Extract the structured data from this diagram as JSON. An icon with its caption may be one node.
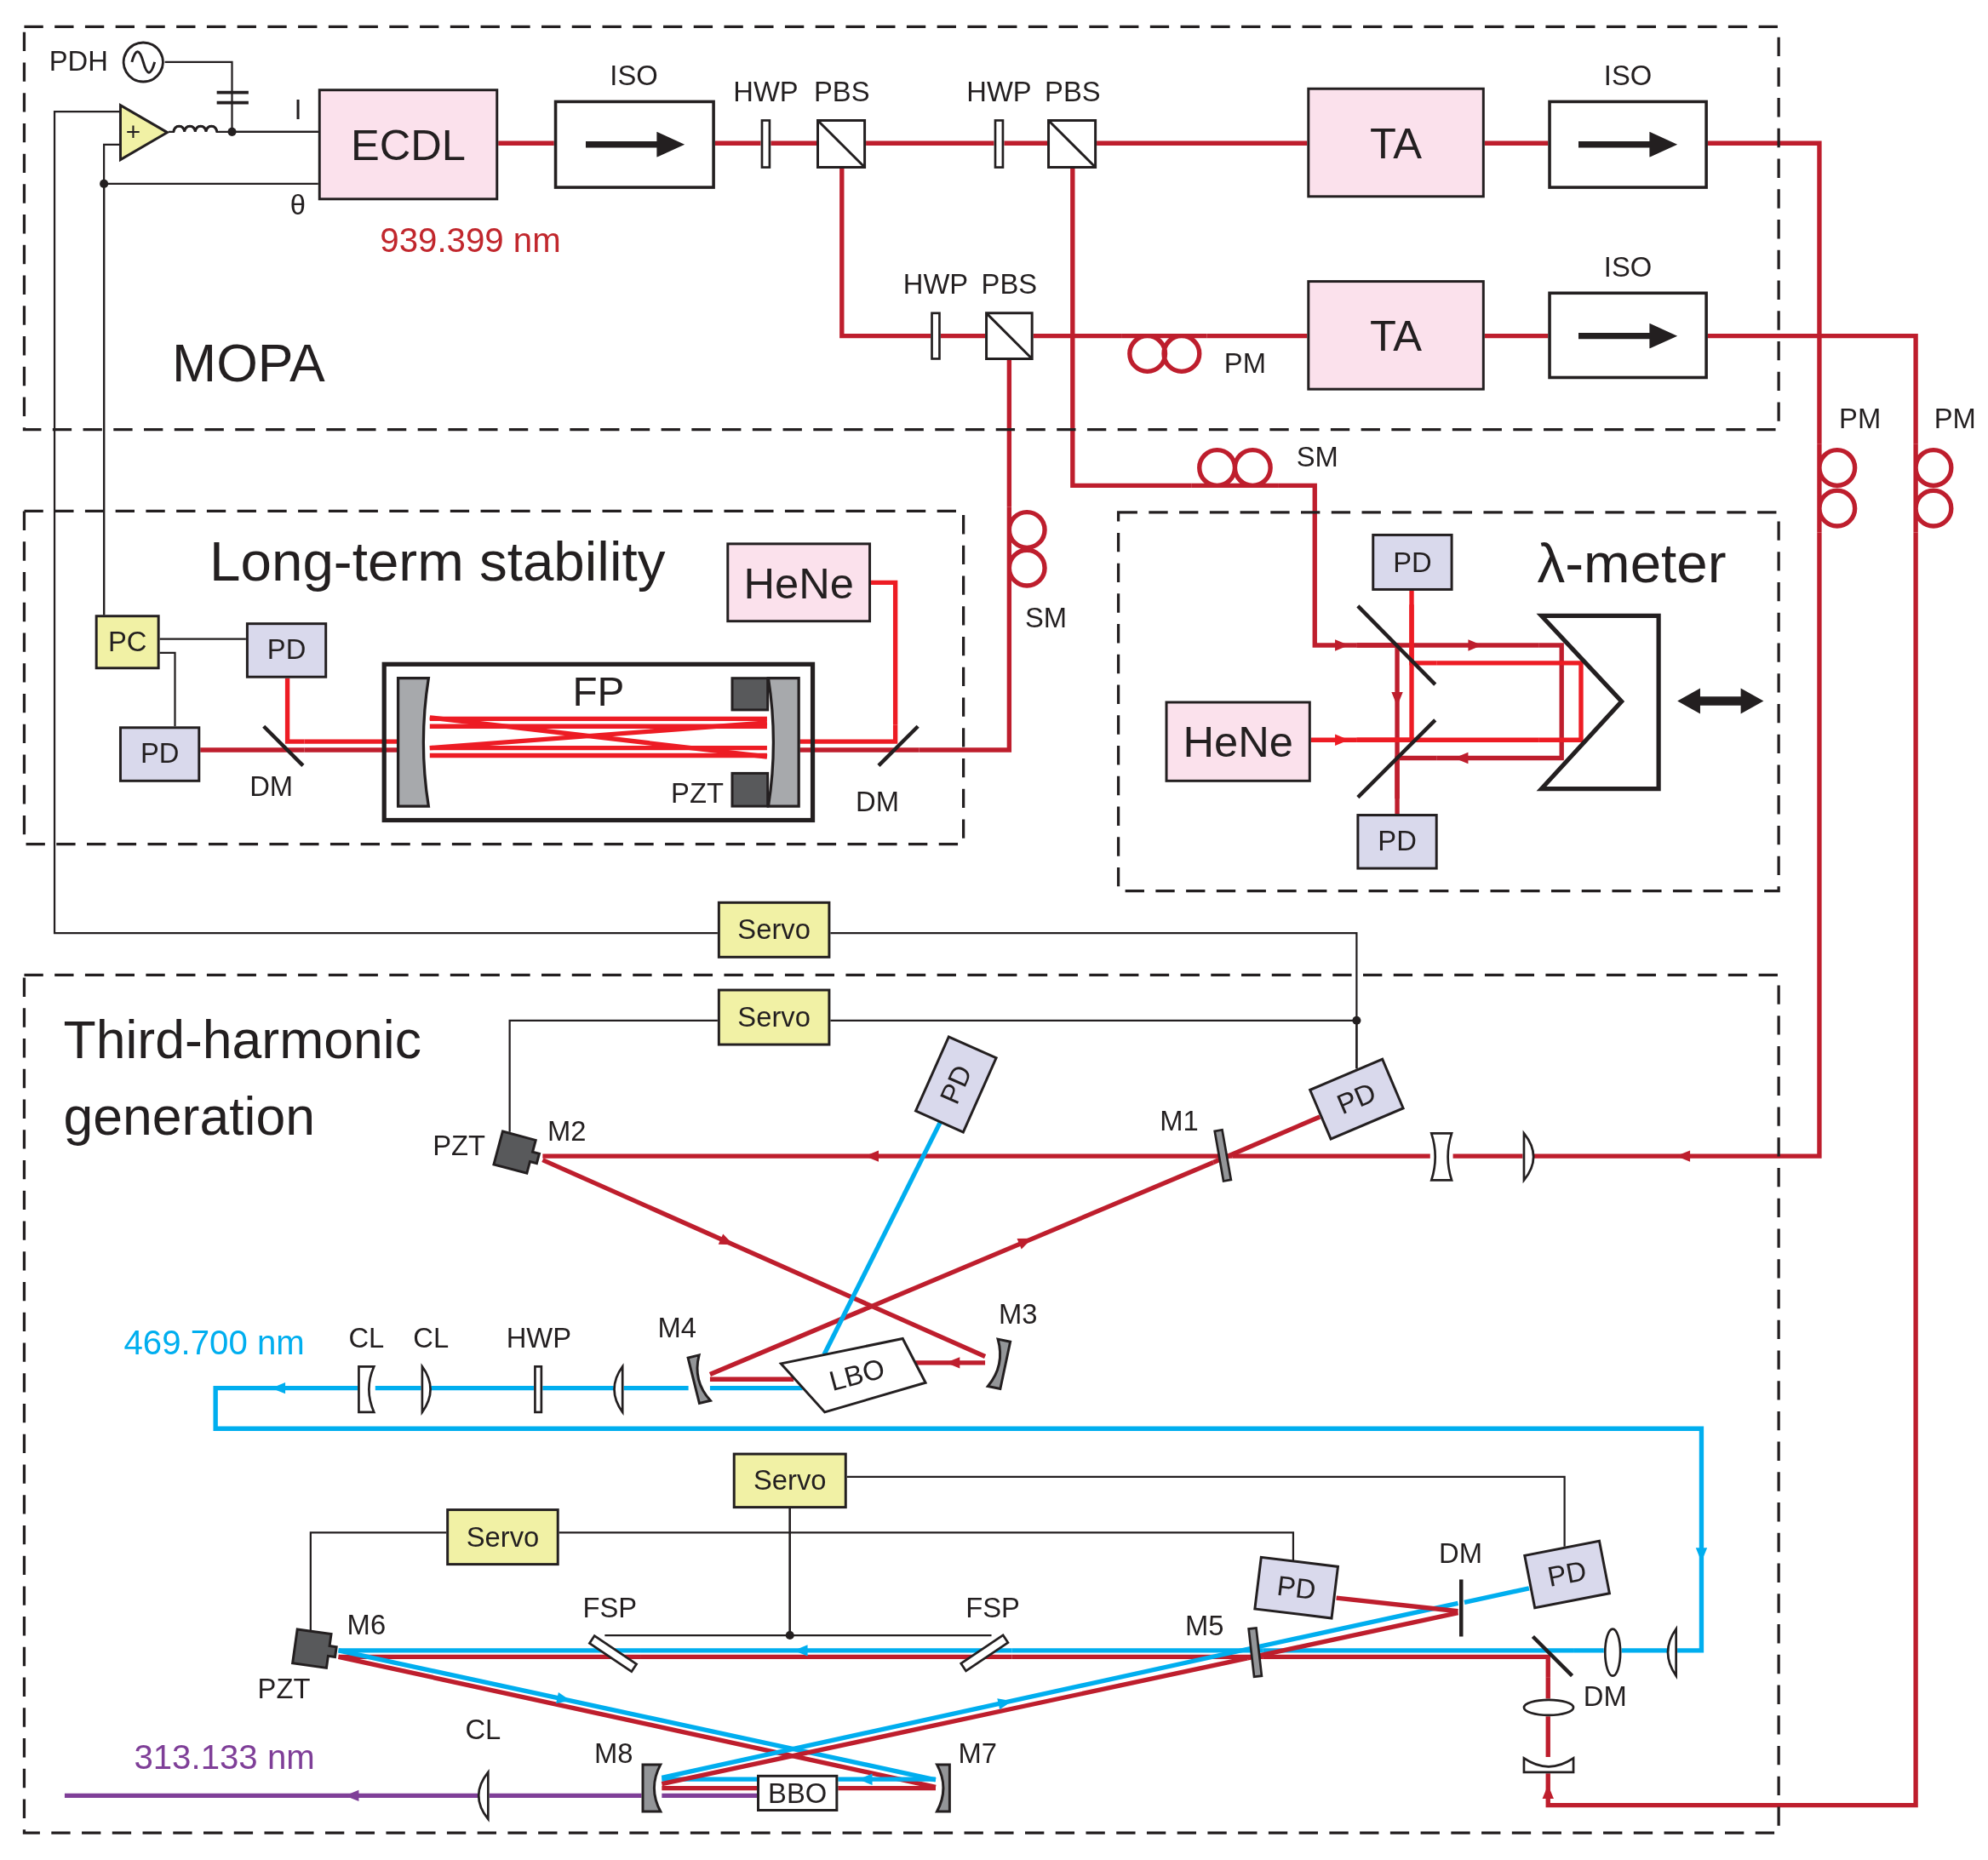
{
  "diagram": {
    "nodes": [
      {
        "text": [
          "MOPA"
        ]
      },
      {
        "text": [
          "PDH"
        ],
        "in": 0
      },
      {
        "text": [
          "+"
        ],
        "in": 0
      },
      {
        "text": [
          "ECDL"
        ],
        "beside": [
          "939.399 nm"
        ],
        "in": 0
      },
      {
        "text": [
          "ISO"
        ],
        "in": 0
      },
      {
        "text": [
          "HWP"
        ],
        "in": 0
      },
      {
        "text": [
          "PBS"
        ],
        "in": 0
      },
      {
        "text": [
          "HWP"
        ],
        "in": 0
      },
      {
        "text": [
          "PBS"
        ],
        "in": 0
      },
      {
        "text": [
          "TA"
        ],
        "in": 0
      },
      {
        "text": [
          "ISO"
        ],
        "in": 0
      },
      {
        "text": [
          "HWP"
        ],
        "in": 0
      },
      {
        "text": [
          "PBS"
        ],
        "in": 0
      },
      {
        "text": [
          "PM"
        ],
        "in": 0
      },
      {
        "text": [
          "TA"
        ],
        "in": 0
      },
      {
        "text": [
          "ISO"
        ],
        "in": 0
      },
      {
        "text": [
          "PM"
        ]
      },
      {
        "text": [
          "PM"
        ]
      },
      {
        "text": [
          "SM"
        ]
      },
      {
        "text": [
          "Long-term stability"
        ]
      },
      {
        "text": [
          "HeNe"
        ],
        "in": 19
      },
      {
        "text": [
          "PC"
        ],
        "in": 19
      },
      {
        "text": [
          "PD"
        ],
        "in": 19
      },
      {
        "text": [
          "PD"
        ],
        "in": 19
      },
      {
        "text": [
          "DM"
        ],
        "in": 19
      },
      {
        "text": [
          "FP",
          "PZT"
        ],
        "in": 19
      },
      {
        "text": [
          "DM"
        ],
        "in": 19
      },
      {
        "text": [
          "SM"
        ]
      },
      {
        "text": [
          "λ-meter"
        ]
      },
      {
        "text": [
          "PD"
        ],
        "in": 28
      },
      {
        "text": [],
        "shape": "mirror",
        "in": 28
      },
      {
        "text": [
          "HeNe"
        ],
        "in": 28
      },
      {
        "text": [],
        "shape": "mirror",
        "in": 28
      },
      {
        "text": [],
        "shape": "prism",
        "in": 28
      },
      {
        "text": [
          "PD"
        ],
        "in": 28
      },
      {
        "text": [
          "Servo"
        ]
      },
      {
        "text": [
          "Third-harmonic generation"
        ]
      },
      {
        "text": [
          "Servo"
        ],
        "in": 36
      },
      {
        "text": [
          "PD"
        ],
        "in": 36
      },
      {
        "text": [
          "PD"
        ],
        "in": 36
      },
      {
        "text": [
          "PZT",
          "M2"
        ],
        "in": 36
      },
      {
        "text": [
          "M1"
        ],
        "in": 36
      },
      {
        "text": [],
        "shape": "lens",
        "in": 36
      },
      {
        "text": [],
        "shape": "lens",
        "in": 36
      },
      {
        "text": [
          "CL"
        ],
        "in": 36
      },
      {
        "text": [
          "CL"
        ],
        "in": 36
      },
      {
        "text": [
          "HWP"
        ],
        "in": 36
      },
      {
        "text": [],
        "shape": "lens",
        "in": 36
      },
      {
        "text": [
          "M4"
        ],
        "in": 36
      },
      {
        "text": [
          "LBO"
        ],
        "in": 36
      },
      {
        "text": [
          "M3"
        ],
        "in": 36
      },
      {
        "text": [
          "Servo"
        ],
        "in": 36
      },
      {
        "text": [
          "Servo"
        ],
        "in": 36
      },
      {
        "text": [
          "PD"
        ],
        "in": 36
      },
      {
        "text": [
          "DM"
        ],
        "in": 36
      },
      {
        "text": [
          "PD"
        ],
        "in": 36
      },
      {
        "text": [
          "M6",
          "PZT"
        ],
        "in": 36
      },
      {
        "text": [
          "FSP"
        ],
        "in": 36
      },
      {
        "text": [
          "FSP"
        ],
        "in": 36
      },
      {
        "text": [
          "M5"
        ],
        "in": 36
      },
      {
        "text": [
          "DM"
        ],
        "in": 36
      },
      {
        "text": [],
        "shape": "lens",
        "in": 36
      },
      {
        "text": [],
        "shape": "lens",
        "in": 36
      },
      {
        "text": [],
        "shape": "lens",
        "in": 36
      },
      {
        "text": [],
        "shape": "lens",
        "in": 36
      },
      {
        "text": [
          "CL"
        ],
        "in": 36
      },
      {
        "text": [
          "M8"
        ],
        "in": 36
      },
      {
        "text": [
          "BBO"
        ],
        "in": 36
      },
      {
        "text": [
          "M7"
        ],
        "in": 36
      },
      {
        "text": [],
        "shape": "mirror",
        "in": 25
      },
      {
        "text": [],
        "shape": "mirror",
        "in": 25
      }
    ],
    "edges": [
      {
        "from": 3,
        "to": 4,
        "arrow": "none"
      },
      {
        "from": 4,
        "to": 5,
        "arrow": "none"
      },
      {
        "from": 5,
        "to": 6,
        "arrow": "none"
      },
      {
        "from": 6,
        "to": 7,
        "arrow": "none"
      },
      {
        "from": 7,
        "to": 8,
        "arrow": "none"
      },
      {
        "from": 8,
        "to": 9,
        "arrow": "none"
      },
      {
        "from": 9,
        "to": 10,
        "arrow": "none"
      },
      {
        "from": 10,
        "to": 16,
        "arrow": "none"
      },
      {
        "from": 6,
        "to": 11,
        "arrow": "none"
      },
      {
        "from": 11,
        "to": 12,
        "arrow": "none"
      },
      {
        "from": 12,
        "to": 13,
        "arrow": "none"
      },
      {
        "from": 13,
        "to": 14,
        "arrow": "none"
      },
      {
        "from": 14,
        "to": 15,
        "arrow": "none"
      },
      {
        "from": 15,
        "to": 17,
        "arrow": "none"
      },
      {
        "from": 8,
        "to": 18,
        "arrow": "none"
      },
      {
        "from": 12,
        "to": 27,
        "arrow": "none"
      },
      {
        "from": 1,
        "to": 3,
        "arrow": "none",
        "color": "#231f20"
      },
      {
        "from": 2,
        "to": 3,
        "arrow": "none",
        "color": "#231f20"
      },
      {
        "from": 21,
        "to": 2,
        "arrow": "none",
        "color": "#231f20"
      },
      {
        "from": 21,
        "to": 3,
        "arrow": "none",
        "color": "#231f20"
      },
      {
        "from": 35,
        "to": 2,
        "arrow": "none",
        "color": "#231f20"
      },
      {
        "from": 39,
        "to": 35,
        "arrow": "none",
        "color": "#231f20"
      },
      {
        "from": 39,
        "to": 37,
        "arrow": "none",
        "color": "#231f20"
      },
      {
        "from": 37,
        "to": 40,
        "arrow": "none",
        "color": "#231f20"
      },
      {
        "from": 21,
        "to": 22,
        "arrow": "none",
        "color": "#231f20"
      },
      {
        "from": 21,
        "to": 23,
        "arrow": "none",
        "color": "#231f20"
      },
      {
        "from": 51,
        "to": 57,
        "arrow": "none",
        "color": "#231f20"
      },
      {
        "from": 51,
        "to": 58,
        "arrow": "none",
        "color": "#231f20"
      },
      {
        "from": 51,
        "to": 55,
        "arrow": "none",
        "color": "#231f20"
      },
      {
        "from": 52,
        "to": 56,
        "arrow": "none",
        "color": "#231f20"
      },
      {
        "from": 52,
        "to": 53,
        "arrow": "none",
        "color": "#231f20"
      },
      {
        "from": 27,
        "to": 26,
        "arrow": "none"
      },
      {
        "from": 20,
        "to": 26,
        "arrow": "none",
        "color": "#ed1c24"
      },
      {
        "from": 26,
        "to": 70,
        "arrow": "none"
      },
      {
        "from": 26,
        "to": 70,
        "arrow": "none",
        "color": "#ed1c24"
      },
      {
        "from": 69,
        "to": 24,
        "arrow": "none"
      },
      {
        "from": 69,
        "to": 24,
        "arrow": "none",
        "color": "#ed1c24"
      },
      {
        "from": 24,
        "to": 23,
        "arrow": "none"
      },
      {
        "from": 24,
        "to": 22,
        "arrow": "none",
        "color": "#ed1c24"
      },
      {
        "from": 18,
        "to": 30,
        "arrow": "to"
      },
      {
        "from": 30,
        "to": 33,
        "arrow": "to"
      },
      {
        "from": 30,
        "to": 32,
        "arrow": "to"
      },
      {
        "from": 33,
        "to": 32,
        "arrow": "to"
      },
      {
        "from": 32,
        "to": 34,
        "arrow": "none"
      },
      {
        "from": 31,
        "to": 32,
        "arrow": "to",
        "color": "#ed1c24"
      },
      {
        "from": 32,
        "to": 33,
        "arrow": "none",
        "color": "#ed1c24"
      },
      {
        "from": 33,
        "to": 30,
        "arrow": "none",
        "color": "#ed1c24"
      },
      {
        "from": 32,
        "to": 30,
        "arrow": "none",
        "color": "#ed1c24"
      },
      {
        "from": 30,
        "to": 29,
        "arrow": "none",
        "color": "#ed1c24"
      },
      {
        "from": 16,
        "to": 43,
        "arrow": "to"
      },
      {
        "from": 43,
        "to": 42,
        "arrow": "none"
      },
      {
        "from": 42,
        "to": 41,
        "arrow": "none"
      },
      {
        "from": 41,
        "to": 40,
        "arrow": "to"
      },
      {
        "from": 40,
        "to": 50,
        "arrow": "to"
      },
      {
        "from": 50,
        "to": 49,
        "arrow": "to"
      },
      {
        "from": 49,
        "to": 48,
        "arrow": "none"
      },
      {
        "from": 48,
        "to": 41,
        "arrow": "to"
      },
      {
        "from": 41,
        "to": 39,
        "arrow": "none"
      },
      {
        "from": 49,
        "to": 38,
        "arrow": "none",
        "color": "#00aeef"
      },
      {
        "from": 49,
        "to": 48,
        "arrow": "none",
        "color": "#00aeef"
      },
      {
        "from": 48,
        "to": 47,
        "arrow": "none",
        "color": "#00aeef"
      },
      {
        "from": 47,
        "to": 46,
        "arrow": "none",
        "color": "#00aeef"
      },
      {
        "from": 46,
        "to": 45,
        "arrow": "none",
        "color": "#00aeef"
      },
      {
        "from": 45,
        "to": 44,
        "arrow": "none",
        "color": "#00aeef"
      },
      {
        "from": 44,
        "to": 62,
        "arrow": "to",
        "color": "#00aeef"
      },
      {
        "from": 17,
        "to": 64,
        "arrow": "to"
      },
      {
        "from": 64,
        "to": 63,
        "arrow": "none"
      },
      {
        "from": 63,
        "to": 60,
        "arrow": "none"
      },
      {
        "from": 62,
        "to": 61,
        "arrow": "none",
        "color": "#00aeef"
      },
      {
        "from": 61,
        "to": 60,
        "arrow": "none",
        "color": "#00aeef"
      },
      {
        "from": 60,
        "to": 59,
        "arrow": "none"
      },
      {
        "from": 60,
        "to": 59,
        "arrow": "none",
        "color": "#00aeef"
      },
      {
        "from": 59,
        "to": 58,
        "arrow": "none"
      },
      {
        "from": 59,
        "to": 58,
        "arrow": "none",
        "color": "#00aeef"
      },
      {
        "from": 58,
        "to": 57,
        "arrow": "none"
      },
      {
        "from": 58,
        "to": 57,
        "arrow": "to",
        "color": "#00aeef"
      },
      {
        "from": 57,
        "to": 56,
        "arrow": "none"
      },
      {
        "from": 57,
        "to": 56,
        "arrow": "none",
        "color": "#00aeef"
      },
      {
        "from": 56,
        "to": 68,
        "arrow": "none"
      },
      {
        "from": 56,
        "to": 68,
        "arrow": "to",
        "color": "#00aeef"
      },
      {
        "from": 68,
        "to": 67,
        "arrow": "none"
      },
      {
        "from": 68,
        "to": 67,
        "arrow": "to",
        "color": "#00aeef"
      },
      {
        "from": 67,
        "to": 66,
        "arrow": "none"
      },
      {
        "from": 67,
        "to": 66,
        "arrow": "none",
        "color": "#00aeef"
      },
      {
        "from": 67,
        "to": 66,
        "arrow": "none",
        "color": "#7f3f98"
      },
      {
        "from": 66,
        "to": 59,
        "arrow": "none"
      },
      {
        "from": 66,
        "to": 59,
        "arrow": "to",
        "color": "#00aeef"
      },
      {
        "from": 66,
        "to": 65,
        "arrow": "none",
        "color": "#7f3f98"
      },
      {
        "from": 65,
        "to": null,
        "arrow": "to",
        "color": "#7f3f98"
      },
      {
        "from": 59,
        "to": 54,
        "arrow": "none"
      },
      {
        "from": 59,
        "to": 54,
        "arrow": "none",
        "color": "#00aeef"
      },
      {
        "from": 54,
        "to": 53,
        "arrow": "none"
      },
      {
        "from": 54,
        "to": 55,
        "arrow": "none",
        "color": "#00aeef"
      },
      {
        "from": 69,
        "to": 70,
        "arrow": "none",
        "color": "#ed1c24"
      },
      {
        "from": 69,
        "to": 70,
        "arrow": "none",
        "color": "#ed1c24"
      },
      {
        "from": 69,
        "to": 70,
        "arrow": "none",
        "color": "#ed1c24"
      },
      {
        "from": 69,
        "to": 70,
        "arrow": "none",
        "color": "#ed1c24"
      },
      {
        "from": 69,
        "to": 70,
        "arrow": "none",
        "color": "#ed1c24"
      },
      {
        "from": 69,
        "to": 70,
        "arrow": "none",
        "color": "#ed1c24"
      }
    ],
    "labels": [
      "I",
      "θ",
      "469.700 nm",
      "313.133 nm"
    ]
  }
}
